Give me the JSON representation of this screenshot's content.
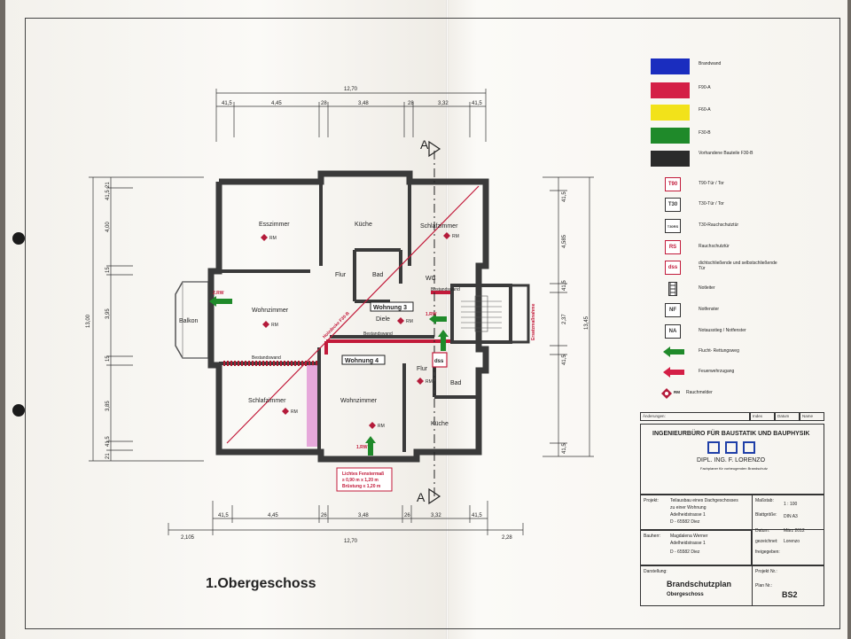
{
  "legend": {
    "colors": [
      {
        "label": "Brandwand",
        "color": "#1a2dbf"
      },
      {
        "label": "F90-A",
        "color": "#d41f46"
      },
      {
        "label": "F60-A",
        "color": "#f2e21a"
      },
      {
        "label": "F30-B",
        "color": "#1f8a2a"
      },
      {
        "label": "Vorhandene Bauteile F30-B",
        "color": "#2b2b2b"
      }
    ],
    "symbols": [
      {
        "code": "T90",
        "label": "T90-Tür / Tor",
        "color": "#c21a3a"
      },
      {
        "code": "T30",
        "label": "T30-Tür / Tor",
        "color": "#333333"
      },
      {
        "code": "T30RS",
        "label": "T30-Rauchschutztür",
        "color": "#333333"
      },
      {
        "code": "RS",
        "label": "Rauchschutztür",
        "color": "#c21a3a"
      },
      {
        "code": "dss",
        "label": "dichtschließende und selbstschließende Tür",
        "color": "#c21a3a"
      },
      {
        "code": "",
        "label": "Notleiter",
        "color": "#333333"
      },
      {
        "code": "NF",
        "label": "Notfenster",
        "color": "#333333"
      },
      {
        "code": "NA",
        "label": "Notausstieg / Notfenster",
        "color": "#333333"
      }
    ],
    "arrows": [
      {
        "label": "Flucht- Rettungsweg",
        "color": "#1f8a2a"
      },
      {
        "label": "Feuerwehrzugang",
        "color": "#d41f46"
      }
    ],
    "smoke_detector": {
      "code": "RM",
      "label": "Rauchmelder"
    }
  },
  "plan": {
    "title": "1.Obergeschoss",
    "section_mark": "A",
    "dim_top_total": "12,70",
    "dim_top_parts": [
      "41,5",
      "4,45",
      "28",
      "3,48",
      "28",
      "3,32",
      "41,5"
    ],
    "dim_bottom_total": "12,70",
    "dim_bottom_parts": [
      "41,5",
      "4,45",
      "26",
      "3,48",
      "26",
      "3,32",
      "41,5"
    ],
    "dim_bottom_left": "2,105",
    "dim_bottom_right": "2,28",
    "dim_left_total": "13,00",
    "dim_left_parts": [
      "21",
      "41,5",
      "4,00",
      "15",
      "3,95",
      "15",
      "3,85",
      "41,5",
      "21"
    ],
    "dim_right_total": "13,45",
    "dim_right_parts": [
      "41,5",
      "4,585",
      "41,5",
      "2,37",
      "41,5",
      "41,5"
    ],
    "rooms": [
      "Esszimmer",
      "Küche",
      "Schlafzimmer",
      "Bad",
      "Flur",
      "WC",
      "Wohnzimmer",
      "Diele",
      "Balkon",
      "Schlafzimmer",
      "Wohnzimmer",
      "Flur",
      "Bad",
      "Küche"
    ],
    "units": [
      "Wohnung 3",
      "Wohnung 4"
    ],
    "wall_label": "Bestandswand",
    "rw_label": "1.RW",
    "rw2_label": "2.RW",
    "note_lines": [
      "Lichtes Fenstermaß",
      "≥ 0,90 m x 1,20 m",
      "Brüstung ≤ 1,20 m"
    ],
    "diag_label": "Holzdecke F30-B",
    "stair_label": "Ersatzmaßnahme",
    "rm": "RM",
    "dss": "dss"
  },
  "titleblock": {
    "revision_headers": [
      "Änderungen:",
      "Index",
      "Datum",
      "Name"
    ],
    "firm_title": "INGENIEURBÜRO FÜR BAUSTATIK UND BAUPHYSIK",
    "firm_name": "DIPL. ING. F. LORENZO",
    "firm_sub": "Fachplaner für vorbeugenden Brandschutz",
    "project_label": "Projekt:",
    "project_lines": [
      "Teilausbau eines Dachgeschosses",
      "zu einer Wohnung",
      "Adelheidstrasse 1",
      "D - 65582 Diez"
    ],
    "scale_label": "Maßstab:",
    "scale": "1 : 100",
    "format_label": "Blattgröße:",
    "format": "DIN A3",
    "date_label": "Datum:",
    "date": "März 2012",
    "drawn_label": "gezeichnet:",
    "drawn": "Lorenzo",
    "checked_label": "freigegeben:",
    "checked": "",
    "owner_label": "Bauherr:",
    "owner_lines": [
      "Magdalena Werner",
      "Adelheidstrasse 1",
      "D - 65582 Diez"
    ],
    "content_label": "Darstellung:",
    "content_title": "Brandschutzplan",
    "content_sub": "Obergeschoss",
    "projno_label": "Projekt Nr.:",
    "projno": "",
    "planno_label": "Plan Nr.:",
    "planno": "BS2"
  }
}
